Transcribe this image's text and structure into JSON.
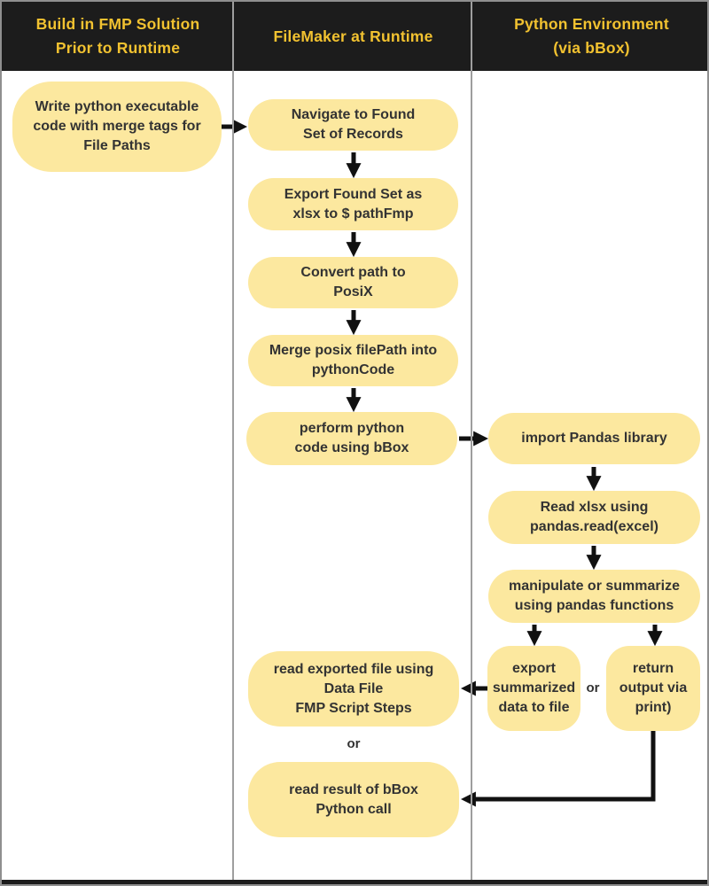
{
  "columns": [
    {
      "id": "fmp-prior",
      "title": "Build in FMP Solution\nPrior to Runtime"
    },
    {
      "id": "fm-runtime",
      "title": "FileMaker at Runtime"
    },
    {
      "id": "python-env",
      "title": "Python Environment\n(via bBox)"
    }
  ],
  "nodes": {
    "write_code": {
      "text": "Write python executable\ncode with merge tags for\nFile Paths"
    },
    "navigate_found": {
      "text": "Navigate to Found\nSet of Records"
    },
    "export_found": {
      "text": "Export Found Set as\nxlsx to $ pathFmp"
    },
    "convert_path": {
      "text": "Convert path to\nPosiX"
    },
    "merge_posix": {
      "text": "Merge posix filePath into\npythonCode"
    },
    "perform_python": {
      "text": "perform python\ncode using bBox"
    },
    "read_exported": {
      "text": "read exported file using\nData File\nFMP Script Steps"
    },
    "read_result": {
      "text": "read result of bBox\nPython call"
    },
    "import_pandas": {
      "text": "import Pandas library"
    },
    "read_xlsx": {
      "text": "Read xlsx using\npandas.read(excel)"
    },
    "manipulate": {
      "text": "manipulate or summarize\nusing pandas functions"
    },
    "export_summarized": {
      "text": "export\nsummarized\ndata to file"
    },
    "return_output": {
      "text": "return\noutput via\nprint)"
    }
  },
  "labels": {
    "or_filemaker": "or",
    "or_python": "or"
  },
  "colors": {
    "header_bg": "#1c1c1c",
    "header_text": "#f2c230",
    "node_fill": "#fce89f",
    "node_text": "#333333",
    "arrow": "#111111",
    "divider": "#9e9e9e",
    "frame_border": "#8f8f8f",
    "background": "#ffffff"
  }
}
